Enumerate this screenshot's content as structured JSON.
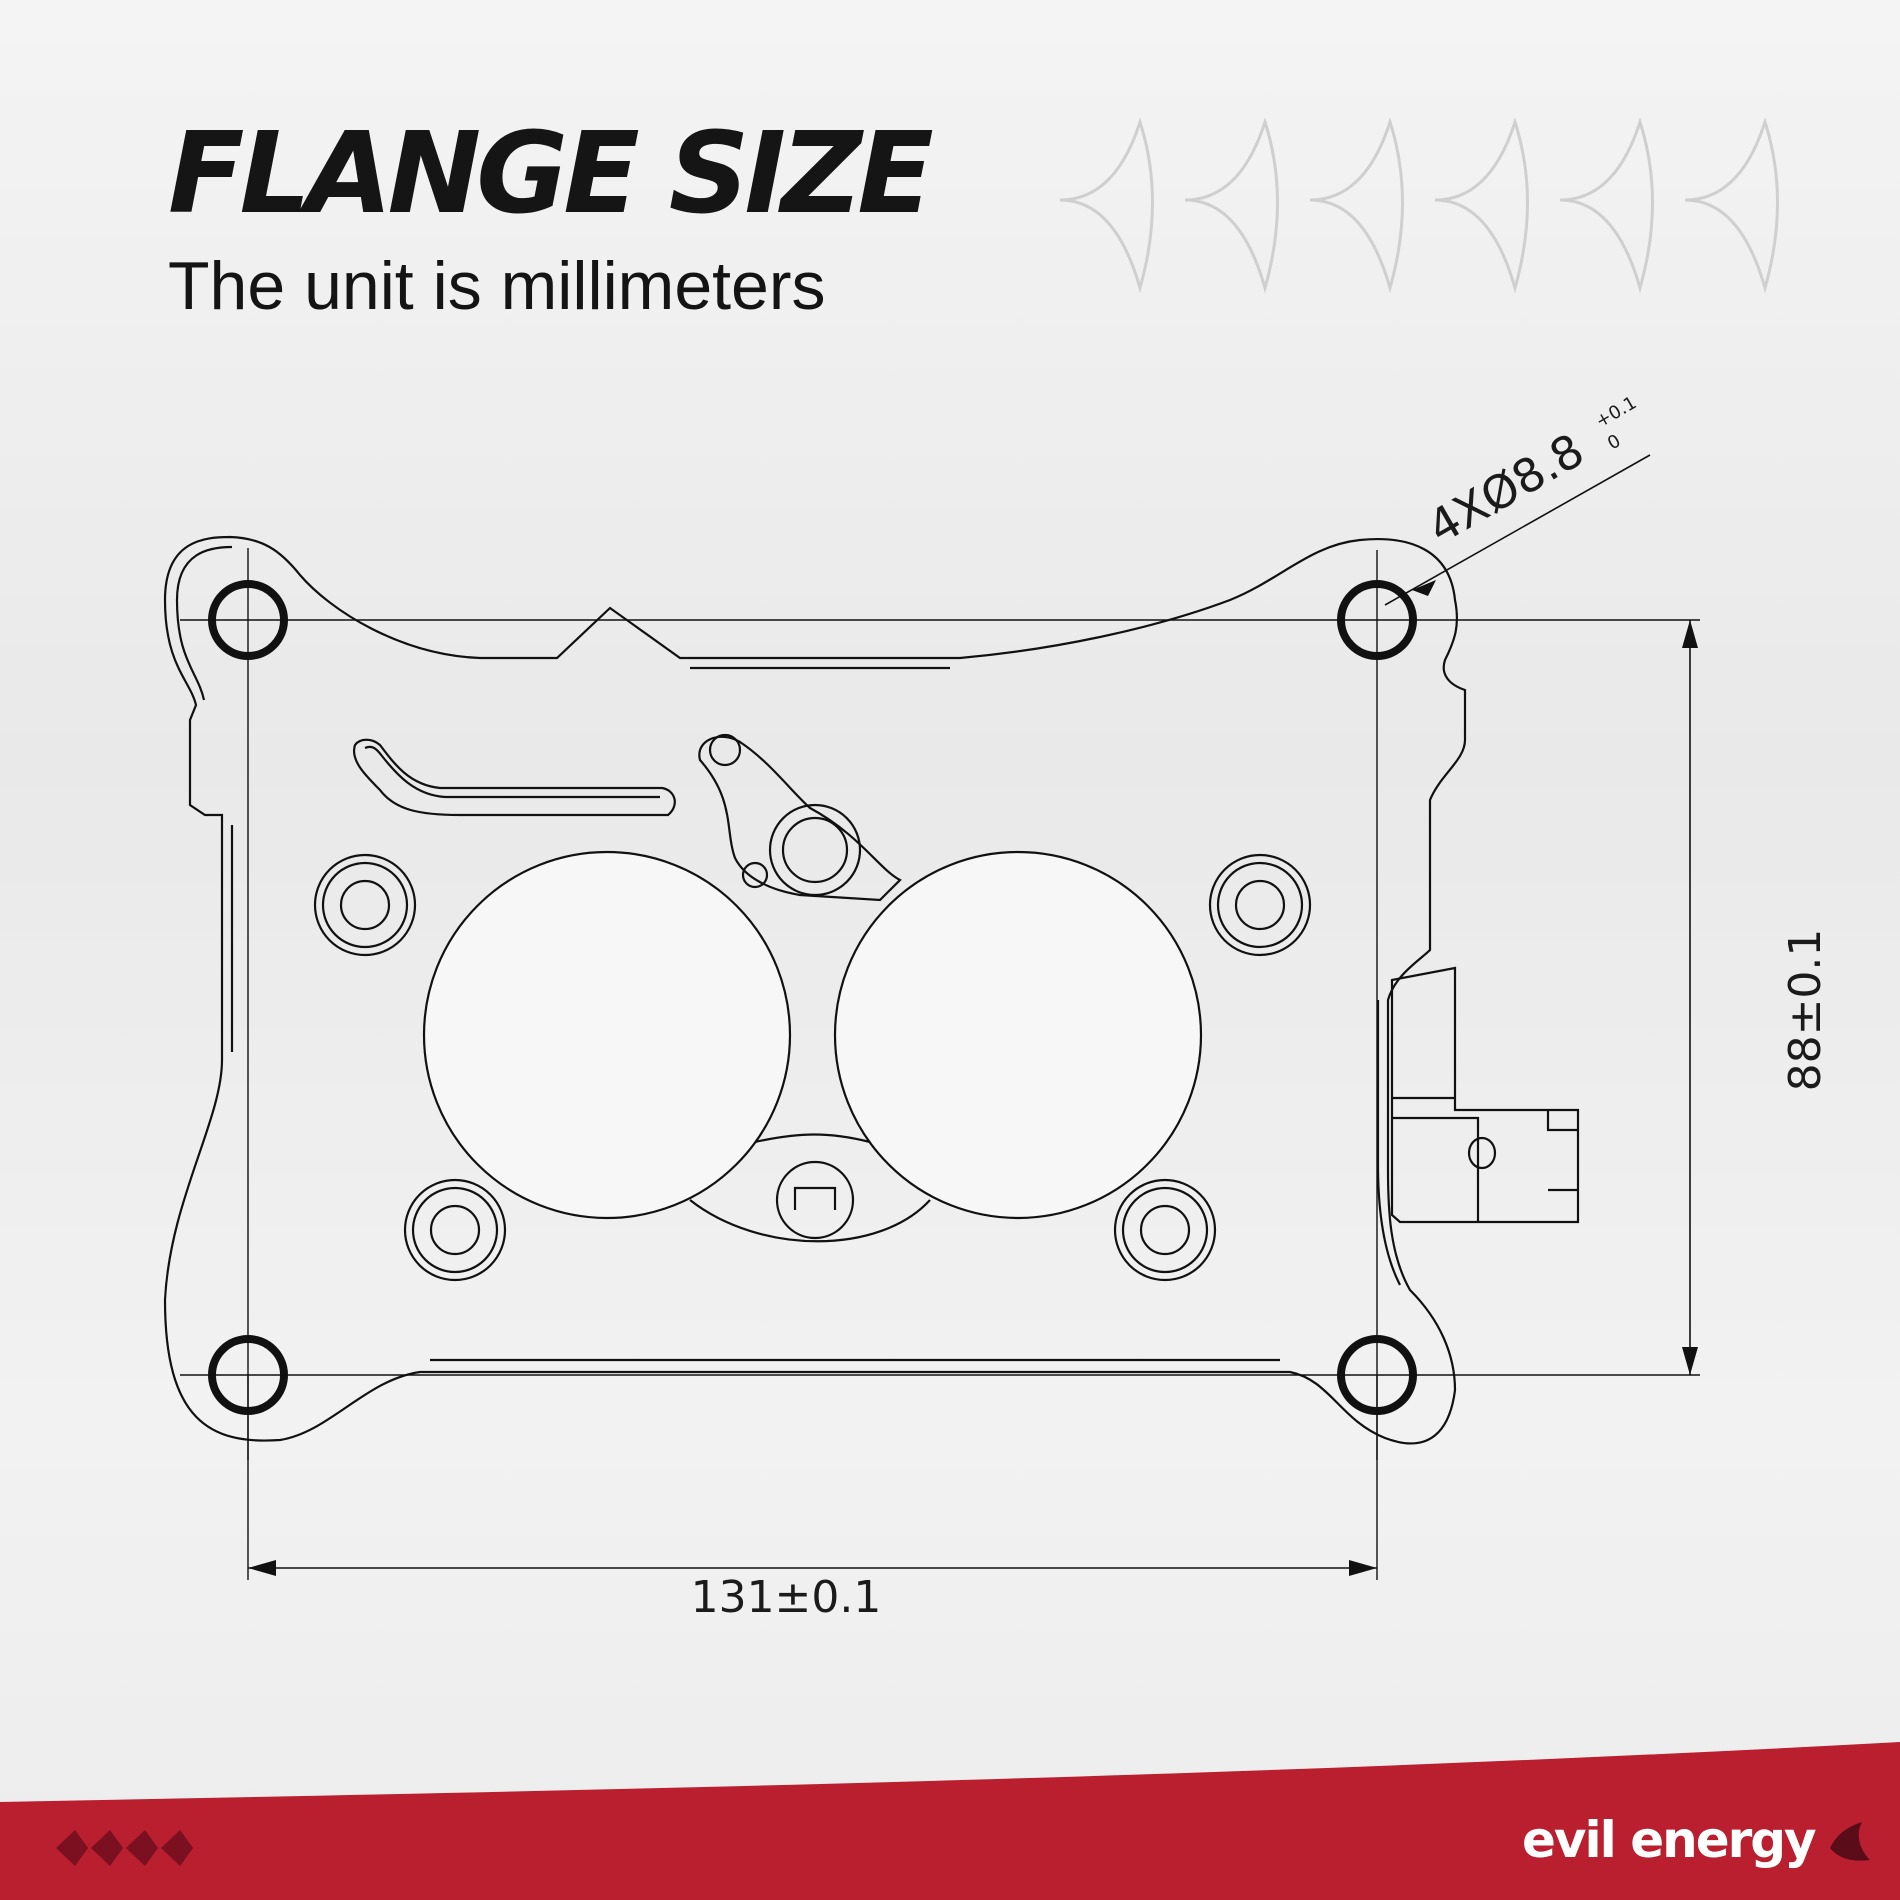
{
  "header": {
    "title": "FLANGE SIZE",
    "subtitle": "The unit is millimeters"
  },
  "drawing": {
    "hole_callout": "4XØ8.8",
    "hole_tolerance_upper": "+0.1",
    "hole_tolerance_lower": "0",
    "height_dimension": "88±0.1",
    "width_dimension": "131±0.1"
  },
  "footer": {
    "brand": "evil energy"
  },
  "colors": {
    "accent_red": "#b91f2f",
    "line": "#111111",
    "ornament": "#c9c9c9"
  },
  "icons": [
    "chevron-ornament-icon",
    "flame-arrow-icon"
  ]
}
